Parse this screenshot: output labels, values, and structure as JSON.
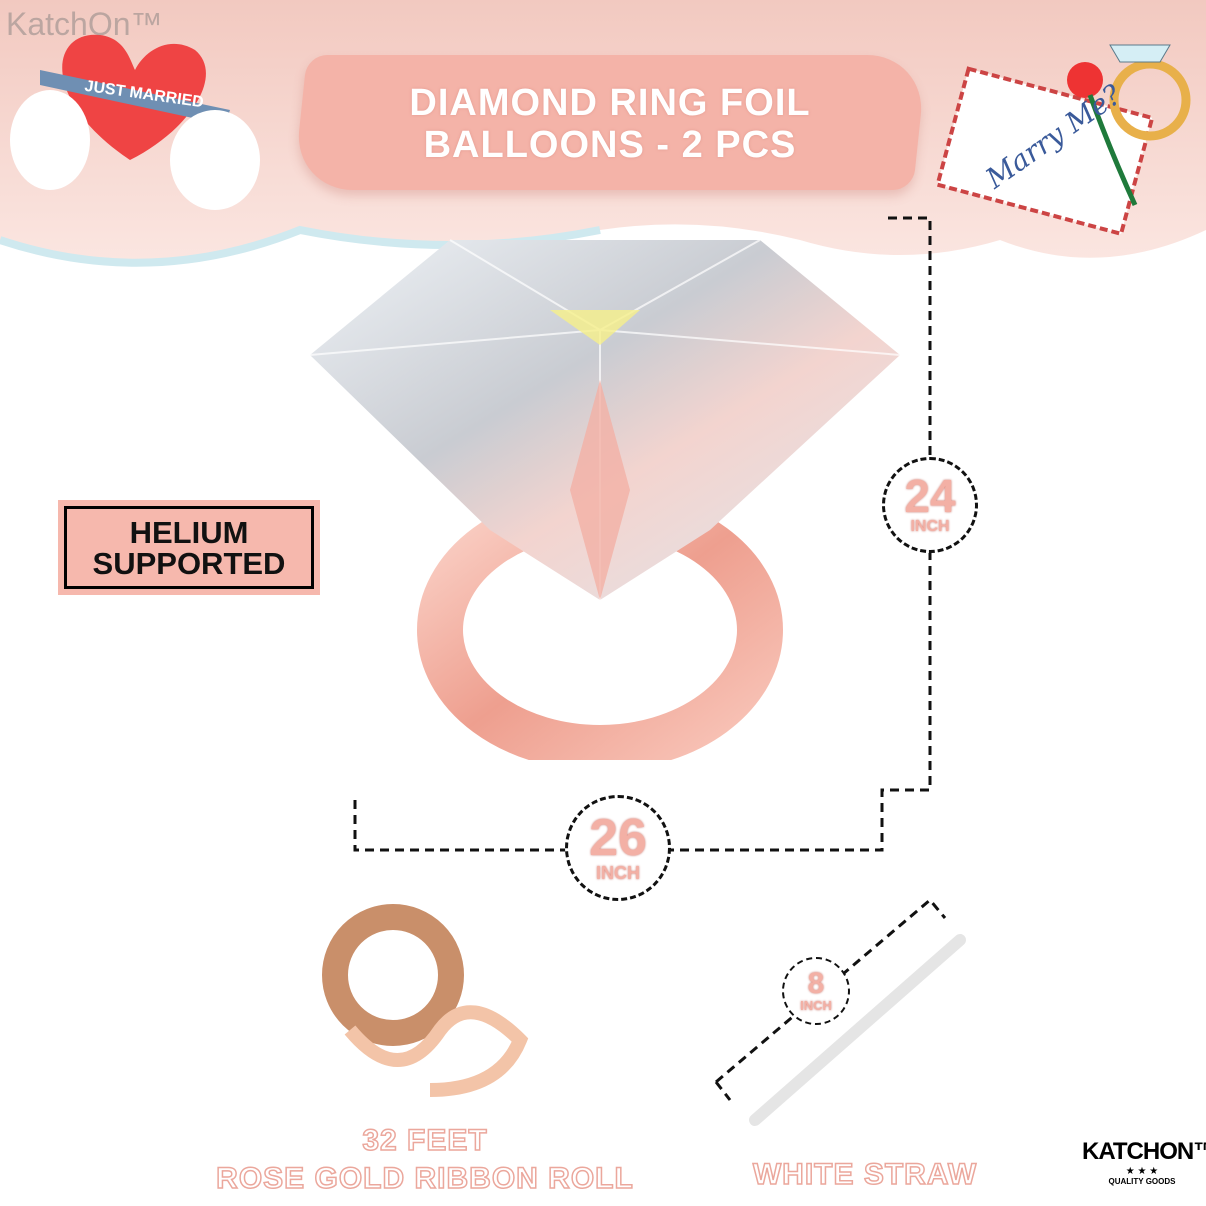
{
  "watermark": "KatchOn™",
  "header": {
    "title_line1": "DIAMOND RING FOIL",
    "title_line2": "BALLOONS - 2 PCS",
    "heart_text": "JUST MARRIED",
    "card_text": "Marry Me?"
  },
  "helium": {
    "line1": "HELIUM",
    "line2": "SUPPORTED"
  },
  "dimensions": {
    "height_value": "24",
    "height_unit": "INCH",
    "width_value": "26",
    "width_unit": "INCH",
    "straw_value": "8",
    "straw_unit": "INCH"
  },
  "captions": {
    "ribbon_line1": "32 FEET",
    "ribbon_line2": "ROSE GOLD RIBBON ROLL",
    "straw": "WHITE STRAW"
  },
  "logo": {
    "brand": "KATCHON™",
    "stars": "★ ★ ★",
    "tagline": "QUALITY GOODS"
  },
  "colors": {
    "accent": "#f4b3a8",
    "rose_gold": "#f0a899"
  }
}
